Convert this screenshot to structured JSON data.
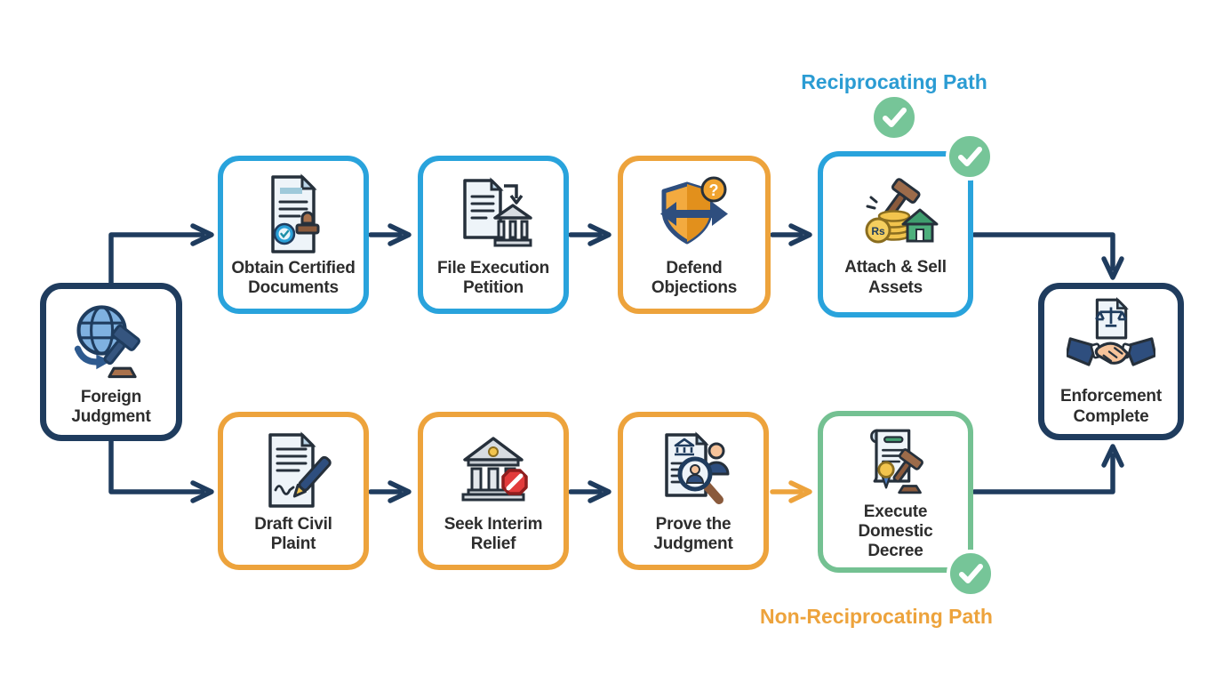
{
  "path_labels": {
    "reciprocating": {
      "text": "Reciprocating Path",
      "color": "#2b9cd3"
    },
    "non_reciprocating": {
      "text": "Non-Reciprocating Path",
      "color": "#eda33c"
    }
  },
  "nodes": {
    "foreign_judgment": {
      "lines": [
        "Foreign",
        "Judgment"
      ],
      "border_color": "#1f3c5e",
      "icon": "globe-gavel"
    },
    "obtain_certified_documents": {
      "lines": [
        "Obtain Certified",
        "Documents"
      ],
      "border_color": "#29a3dc",
      "icon": "certified-document-stamp"
    },
    "file_execution_petition": {
      "lines": [
        "File Execution",
        "Petition"
      ],
      "border_color": "#29a3dc",
      "icon": "document-to-court"
    },
    "defend_objections": {
      "lines": [
        "Defend",
        "Objections"
      ],
      "border_color": "#eda33c",
      "icon": "shield-question-arrows"
    },
    "attach_sell_assets": {
      "lines": [
        "Attach & Sell",
        "Assets"
      ],
      "border_color": "#29a3dc",
      "icon": "gavel-coins-house"
    },
    "draft_civil_plaint": {
      "lines": [
        "Draft Civil",
        "Plaint"
      ],
      "border_color": "#eda33c",
      "icon": "document-pen"
    },
    "seek_interim_relief": {
      "lines": [
        "Seek Interim",
        "Relief"
      ],
      "border_color": "#eda33c",
      "icon": "courthouse-prohibition"
    },
    "prove_the_judgment": {
      "lines": [
        "Prove the",
        "Judgment"
      ],
      "border_color": "#eda33c",
      "icon": "document-magnifier-person"
    },
    "execute_domestic_decree": {
      "lines": [
        "Execute",
        "Domestic",
        "Decree"
      ],
      "border_color": "#74c192",
      "icon": "decree-gavel"
    },
    "enforcement_complete": {
      "lines": [
        "Enforcement",
        "Complete"
      ],
      "border_color": "#1f3c5e",
      "icon": "handshake-document"
    }
  },
  "badges": {
    "count": 3,
    "color": "#76c598",
    "symbol": "check"
  },
  "colors": {
    "connector_navy": "#1f3c5e",
    "connector_orange": "#eda33c",
    "node_label_text": "#2d2d2d",
    "background": "#ffffff"
  }
}
